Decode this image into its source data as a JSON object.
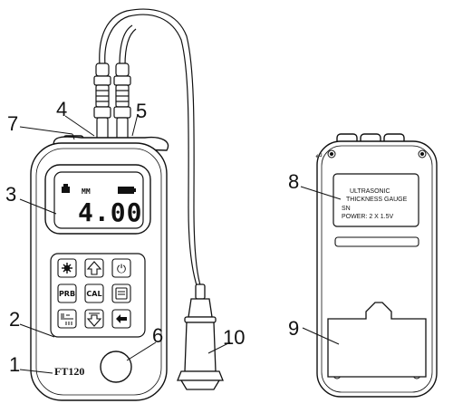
{
  "figure": {
    "callouts": [
      "1",
      "2",
      "3",
      "4",
      "5",
      "6",
      "7",
      "8",
      "9",
      "10"
    ],
    "display": {
      "reading": "4.00",
      "unit_indicator": "MM"
    },
    "keys": {
      "power_symbol": "⏻",
      "prb": "PRB",
      "cal": "CAL"
    },
    "model": "FT120",
    "rear_label": {
      "line1": "ULTRASONIC",
      "line2": "THICKNESS GAUGE",
      "line3": "SN",
      "line4": "POWER:   2 X 1.5V"
    },
    "return_mark": "↵"
  }
}
